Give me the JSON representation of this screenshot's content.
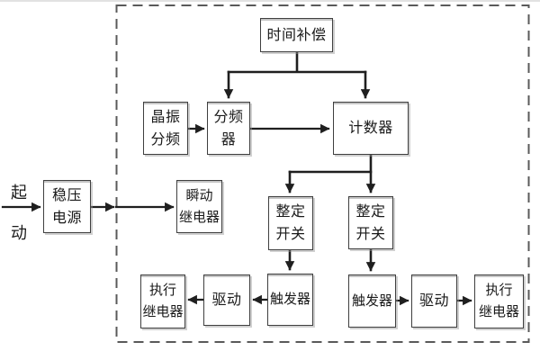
{
  "diagram": {
    "start_label": {
      "line1": "起",
      "line2": "动"
    },
    "boxes": {
      "time_compensation": "时间补偿",
      "crystal_divider": "晶振\n分频",
      "frequency_divider": "分频器",
      "counter": "计数器",
      "regulated_power": "稳压\n电源",
      "instant_relay": "瞬动\n继电器",
      "setting_switch_left": "整定\n开关",
      "setting_switch_right": "整定\n开关",
      "trigger_left": "触发器",
      "trigger_right": "触发器",
      "drive_left": "驱动",
      "drive_right": "驱动",
      "exec_relay_left": "执行\n继电器",
      "exec_relay_right": "执行\n继电器"
    },
    "colors": {
      "line": "#1f1f1f",
      "box_border": "#3f3f3f",
      "dashed_border": "#5a5a5a",
      "background": "#ffffff"
    }
  }
}
